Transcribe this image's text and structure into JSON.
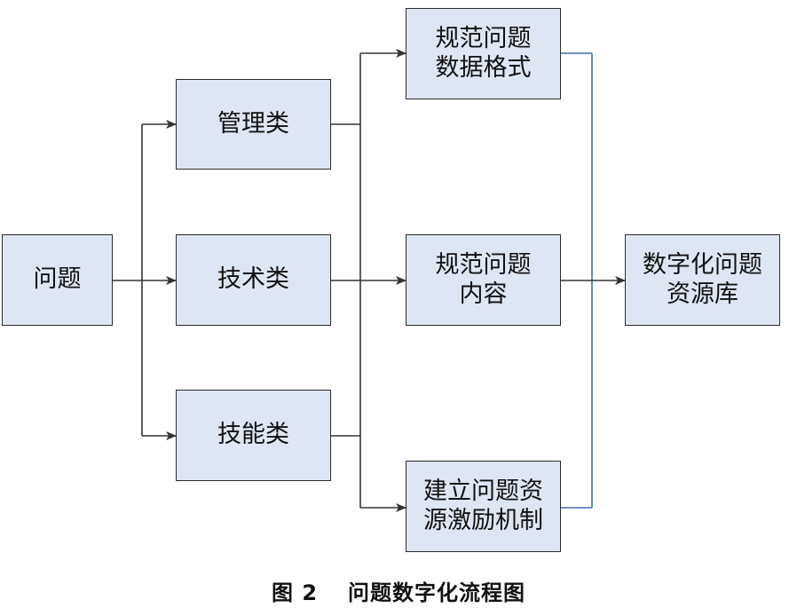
{
  "nodes": {
    "root": "问题",
    "mgmt": "管理类",
    "tech": "技术类",
    "skill": "技能类",
    "format": [
      "规范问题",
      "数据格式"
    ],
    "content": [
      "规范问题",
      "内容"
    ],
    "mechanism": [
      "建立问题资",
      "源激励机制"
    ],
    "library": [
      "数字化问题",
      "资源库"
    ]
  },
  "caption": {
    "figure": "图 2",
    "title": "问题数字化流程图"
  },
  "colors": {
    "box_fill": "#dfe6f3",
    "border": "#2b2b2b",
    "arrow": "#333333",
    "blue_connector": "#3d6fb0"
  }
}
